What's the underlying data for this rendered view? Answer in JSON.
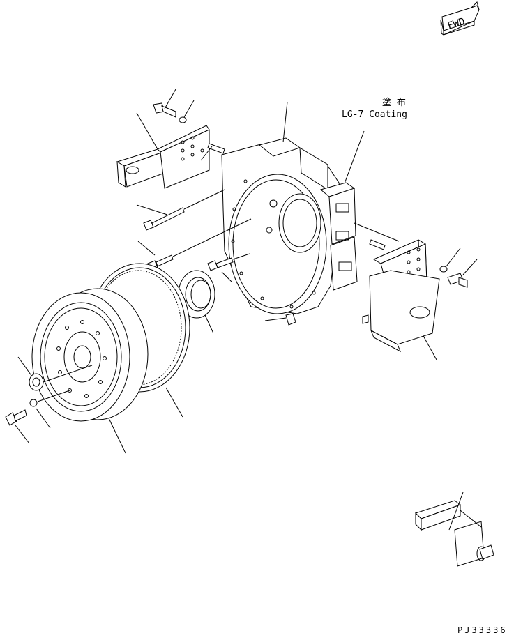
{
  "fwd_marker": {
    "label": "FWD"
  },
  "annotation": {
    "japanese": "塗 布",
    "english": "LG-7 Coating"
  },
  "drawing_code": "PJ33336"
}
